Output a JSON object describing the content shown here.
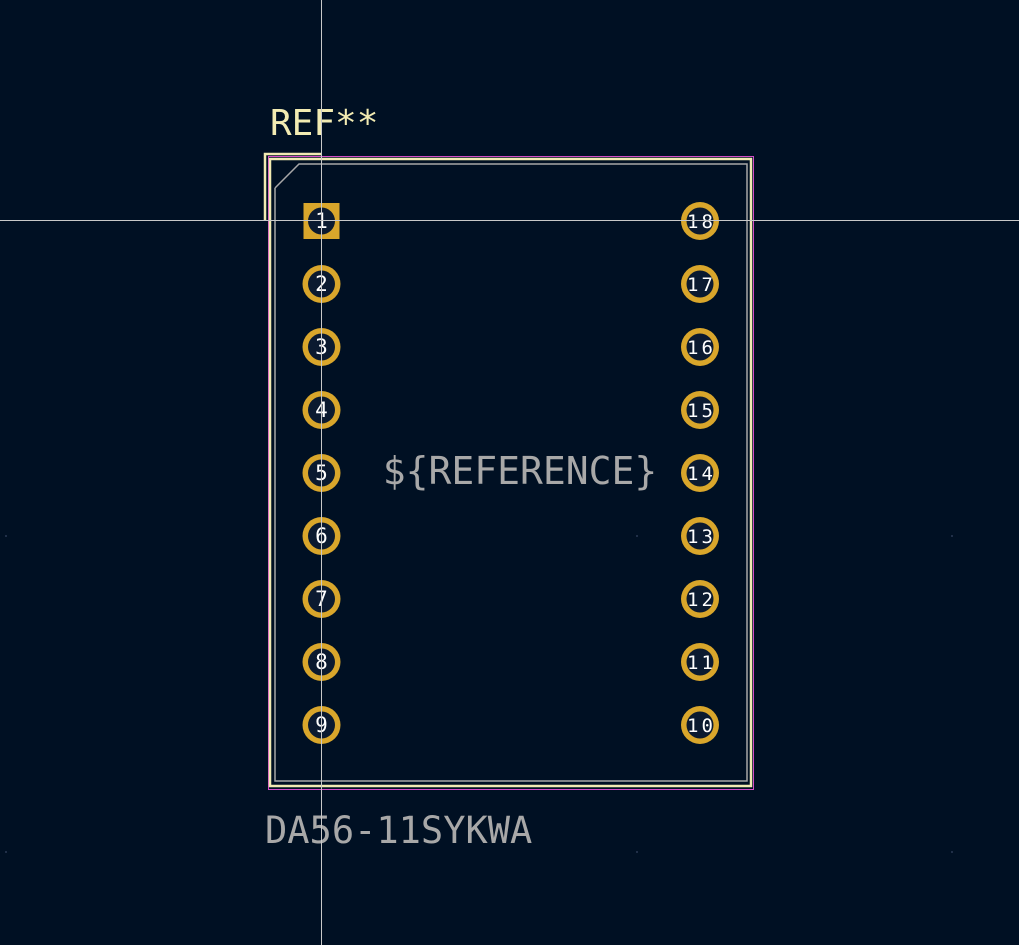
{
  "footprint": {
    "reference": "REF**",
    "value": "DA56-11SYKWA",
    "fab_reference": "${REFERENCE}"
  },
  "pads": {
    "left": [
      "1",
      "2",
      "3",
      "4",
      "5",
      "6",
      "7",
      "8",
      "9"
    ],
    "right": [
      "18",
      "17",
      "16",
      "15",
      "14",
      "13",
      "12",
      "11",
      "10"
    ],
    "pin1_shape": "square",
    "other_shape": "circle"
  },
  "colors": {
    "background": "#001023",
    "pad": "#D9A62B",
    "pad_hole": "#0B1A30",
    "silkscreen": "#F2EBB2",
    "fab": "#A8A8A8",
    "courtyard": "#D44CC8",
    "crosshair": "#C8C8C8",
    "pad_number": "#FFFFFF",
    "grid_dot": "#2A3A55"
  },
  "icons": {
    "crosshair": "crosshair-icon"
  }
}
